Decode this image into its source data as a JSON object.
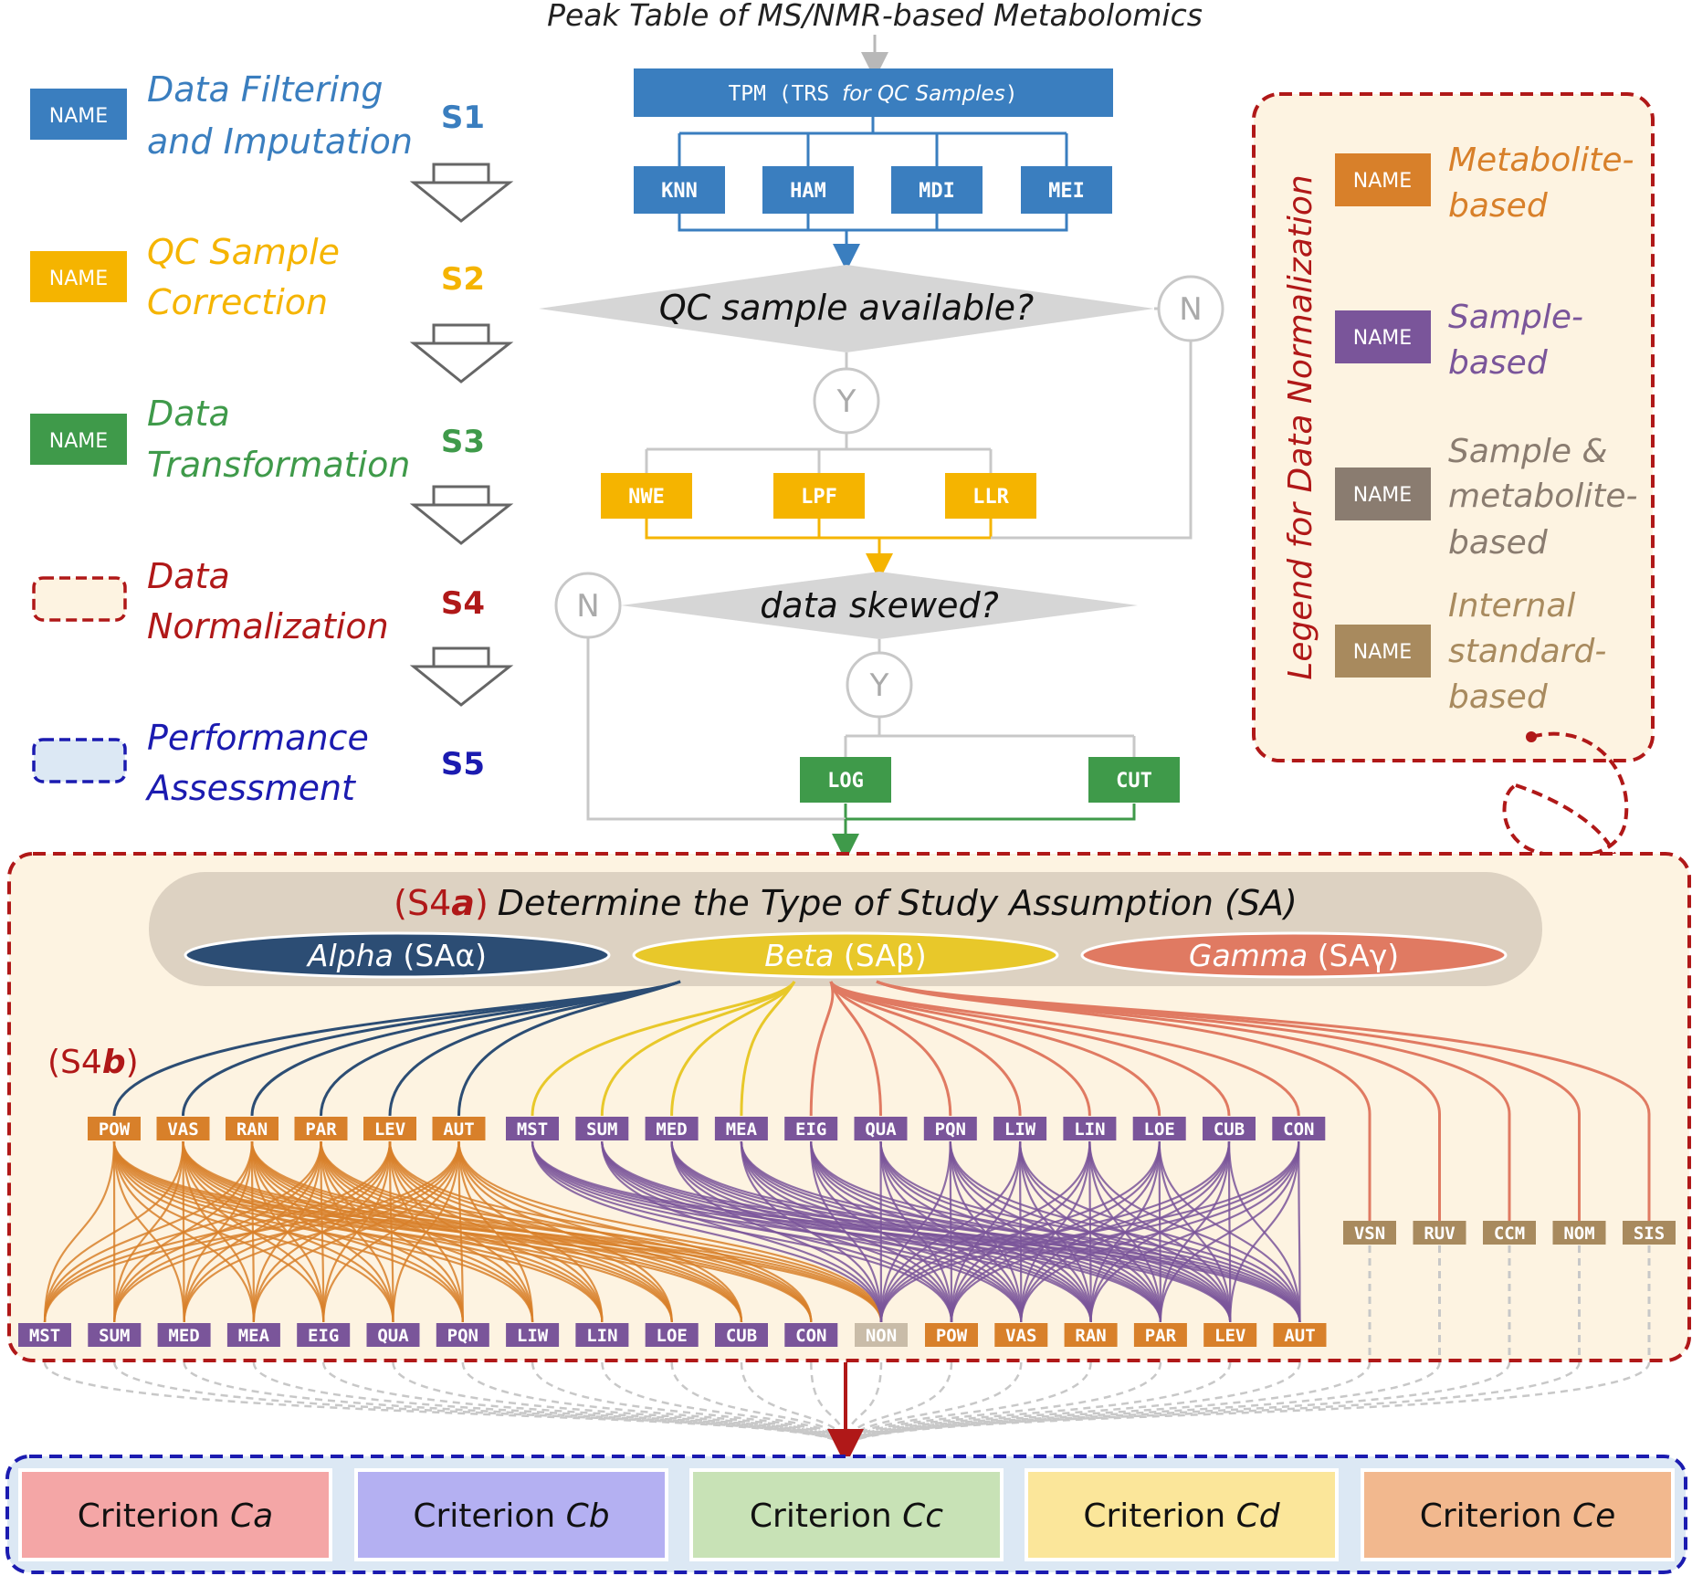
{
  "title": "Peak Table of MS/NMR-based Metabolomics",
  "legend_steps": {
    "items": [
      {
        "box": "NAME",
        "line1": "Data Filtering",
        "line2": "and Imputation",
        "step": "S1",
        "color": "#3a7ebf"
      },
      {
        "box": "NAME",
        "line1": "QC Sample",
        "line2": "Correction",
        "step": "S2",
        "color": "#f5b400"
      },
      {
        "box": "NAME",
        "line1": "Data",
        "line2": "Transformation",
        "step": "S3",
        "color": "#3f9a4a"
      },
      {
        "box": "",
        "line1": "Data",
        "line2": "Normalization",
        "step": "S4",
        "color": "#b01818"
      },
      {
        "box": "",
        "line1": "Performance",
        "line2": "Assessment",
        "step": "S5",
        "color": "#1b1bb0"
      }
    ]
  },
  "flow": {
    "tpm_label": "TPM (TRS for QC Samples)",
    "tpm_prefix": "TPM (TRS ",
    "tpm_italic": "for QC Samples",
    "tpm_suffix": ")",
    "imputation": [
      "KNN",
      "HAM",
      "MDI",
      "MEI"
    ],
    "q1": "QC sample available?",
    "q1_no": "N",
    "q1_yes": "Y",
    "qc_methods": [
      "NWE",
      "LPF",
      "LLR"
    ],
    "q2": "data skewed?",
    "q2_no": "N",
    "q2_yes": "Y",
    "transform": [
      "LOG",
      "CUT"
    ]
  },
  "legend_norm": {
    "title": "Legend for Data Normalization",
    "items": [
      {
        "box": "NAME",
        "lines": [
          "Metabolite-",
          "based"
        ],
        "color": "#d8802a"
      },
      {
        "box": "NAME",
        "lines": [
          "Sample-",
          "based"
        ],
        "color": "#7a559a"
      },
      {
        "box": "NAME",
        "lines": [
          "Sample &",
          "metabolite-",
          "based"
        ],
        "color": "#8a7c70"
      },
      {
        "box": "NAME",
        "lines": [
          "Internal",
          "standard-",
          "based"
        ],
        "color": "#a88a5e"
      }
    ]
  },
  "s4": {
    "s4a_prefix": "(S4",
    "s4a_letter": "a",
    "s4a_suffix": ")",
    "s4a_title": "Determine the Type of Study Assumption (SA)",
    "assumptions": [
      {
        "name": "Alpha",
        "code": "(SAα)",
        "color": "#2c4d74"
      },
      {
        "name": "Beta",
        "code": "(SAβ)",
        "color": "#e8c82a"
      },
      {
        "name": "Gamma",
        "code": "(SAγ)",
        "color": "#e07a62"
      }
    ],
    "s4b_prefix": "(S4",
    "s4b_letter": "b",
    "s4b_suffix": ")",
    "row1_metabolite": [
      "POW",
      "VAS",
      "RAN",
      "PAR",
      "LEV",
      "AUT"
    ],
    "row1_sample": [
      "MST",
      "SUM",
      "MED",
      "MEA",
      "EIG",
      "QUA",
      "PQN",
      "LIW",
      "LIN",
      "LOE",
      "CUB",
      "CON"
    ],
    "row1_is": [
      "VSN",
      "RUV",
      "CCM",
      "NOM",
      "SIS"
    ],
    "row2_sample": [
      "MST",
      "SUM",
      "MED",
      "MEA",
      "EIG",
      "QUA",
      "PQN",
      "LIW",
      "LIN",
      "LOE",
      "CUB",
      "CON"
    ],
    "row2_none": "NON",
    "row2_metabolite": [
      "POW",
      "VAS",
      "RAN",
      "PAR",
      "LEV",
      "AUT"
    ]
  },
  "criteria": [
    {
      "label": "Criterion ",
      "sub": "Ca",
      "color": "#f4a6a6"
    },
    {
      "label": "Criterion ",
      "sub": "Cb",
      "color": "#b4b0f2"
    },
    {
      "label": "Criterion ",
      "sub": "Cc",
      "color": "#c8e2b6"
    },
    {
      "label": "Criterion ",
      "sub": "Cd",
      "color": "#fbe69a"
    },
    {
      "label": "Criterion ",
      "sub": "Ce",
      "color": "#f2b88e"
    }
  ],
  "colors": {
    "blue": "#3a7ebf",
    "yellow": "#f5b400",
    "green": "#3f9a4a",
    "red": "#b01818",
    "navy": "#1b1bb0",
    "gray_line": "#c8c8c8",
    "diamond": "#d6d6d6",
    "panel_fill": "#fdf3e1",
    "metabolite": "#d8802a",
    "sample": "#7a559a",
    "is": "#a88a5e",
    "none": "#c9bca8",
    "alpha": "#2c4d74",
    "beta": "#e8c82a",
    "gamma": "#e07a62"
  }
}
